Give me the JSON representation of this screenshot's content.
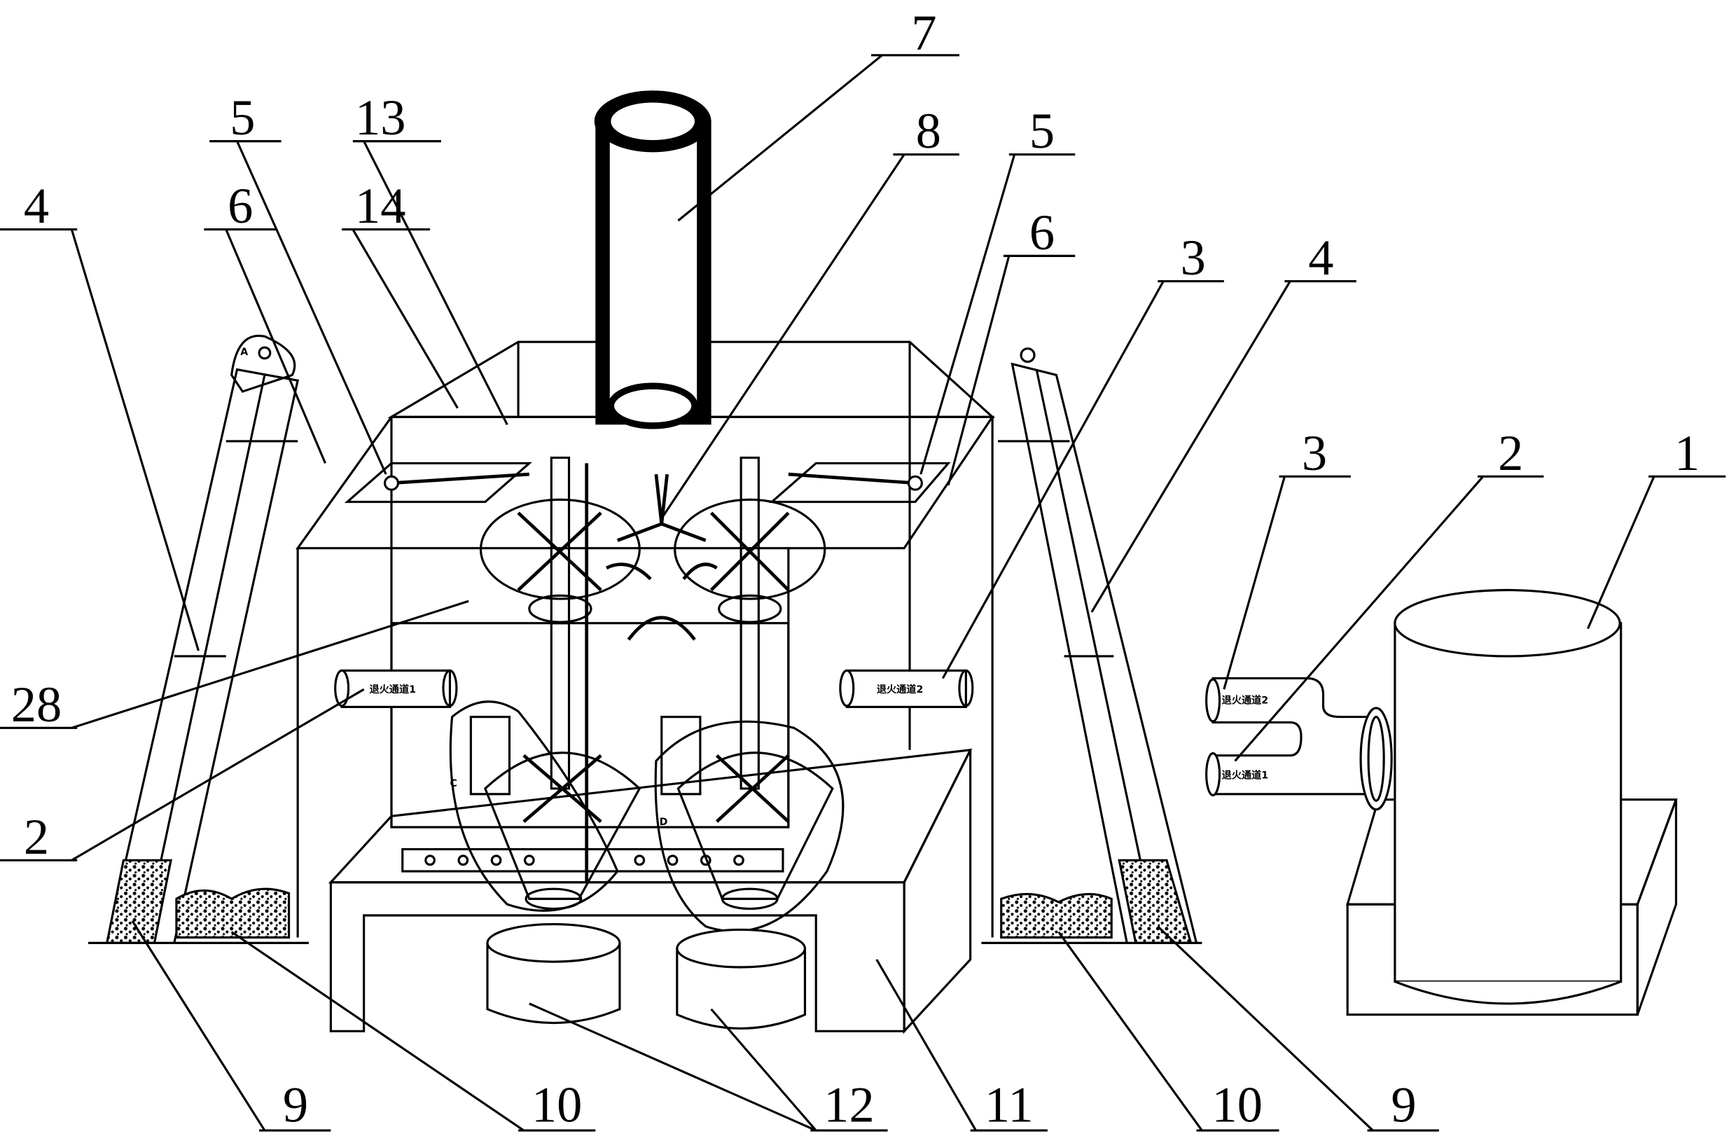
{
  "figure": {
    "labels": {
      "l7": "7",
      "l13": "13",
      "l5a": "5",
      "l14": "14",
      "l6a": "6",
      "l4a": "4",
      "l8": "8",
      "l5b": "5",
      "l6b": "6",
      "l3a": "3",
      "l4b": "4",
      "l3b": "3",
      "l2b": "2",
      "l1": "1",
      "l28": "28",
      "l2a": "2",
      "l9a": "9",
      "l10a": "10",
      "l12": "12",
      "l11": "11",
      "l10b": "10",
      "l9b": "9"
    },
    "tags": {
      "channel1": "退火通道1",
      "channel2": "退火通道2",
      "branch2": "退火通道2",
      "branch1": "退火通道1",
      "markA": "A",
      "markC": "C",
      "markD": "D"
    }
  }
}
